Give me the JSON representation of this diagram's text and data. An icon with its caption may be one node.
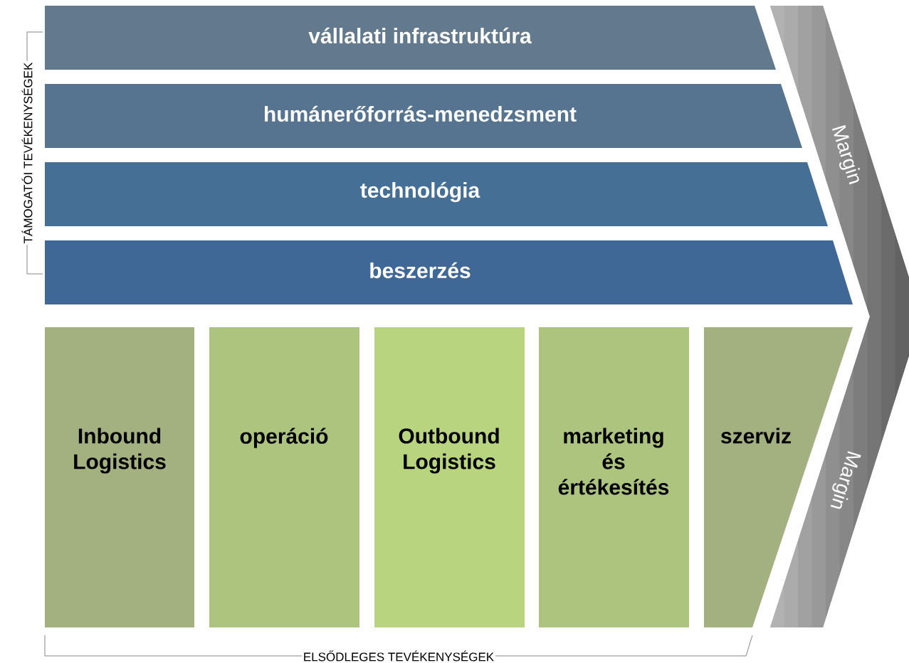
{
  "diagram": {
    "nodes": [
      {
        "text": [
          "vállalati infrastruktúra"
        ]
      },
      {
        "text": [
          "humánerőforrás-menedzsment"
        ]
      },
      {
        "text": [
          "technológia"
        ]
      },
      {
        "text": [
          "beszerzés"
        ]
      },
      {
        "text": [
          "Inbound Logistics"
        ]
      },
      {
        "text": [
          "operáció"
        ]
      },
      {
        "text": [
          "Outbound Logistics"
        ]
      },
      {
        "text": [
          "marketing és értékesítés"
        ]
      },
      {
        "text": [
          "szerviz"
        ]
      },
      {
        "text": [
          "Margin",
          "Margin"
        ]
      }
    ],
    "edges": [],
    "labels": [
      "TÁMOGATÓI TEVÉKENYSÉGEK",
      "ELSŐDLEGES TEVÉKENYSÉGEK"
    ]
  }
}
